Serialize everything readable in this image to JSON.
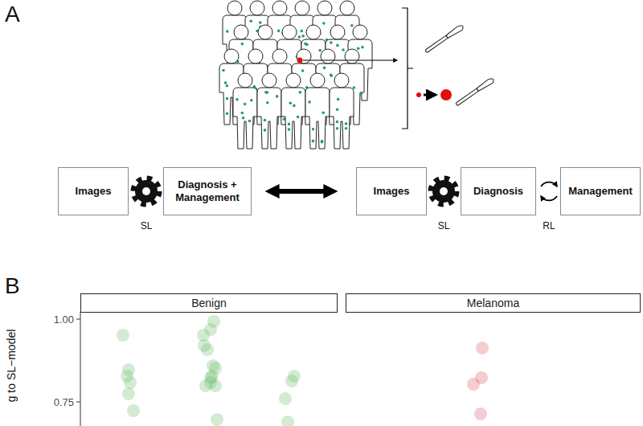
{
  "diagram": {
    "nodes": [
      {
        "text": [
          "Images"
        ]
      },
      {
        "text": [
          "Diagnosis + Management"
        ]
      },
      {
        "text": [
          "Images"
        ]
      },
      {
        "text": [
          "Diagnosis"
        ]
      },
      {
        "text": [
          "Management"
        ]
      },
      {
        "text": [
          "Benign"
        ]
      },
      {
        "text": [
          "Melanoma"
        ]
      }
    ],
    "edges": [
      {
        "from": 1,
        "to": 2,
        "arrow": "both"
      }
    ],
    "labels": [
      "A",
      "SL",
      "SL",
      "RL",
      "B",
      "1.00",
      "0.75",
      "g to SL−model"
    ]
  }
}
